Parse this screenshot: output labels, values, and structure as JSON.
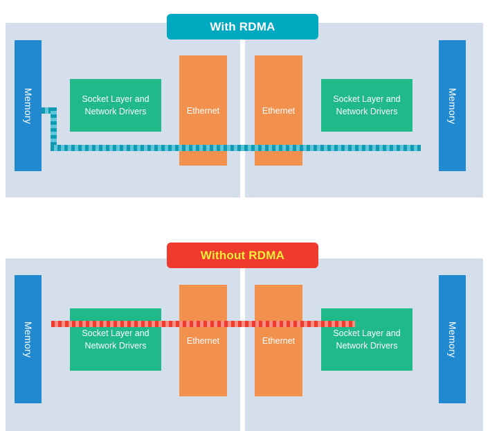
{
  "diagram": {
    "title": "RDMA vs non-RDMA data path comparison",
    "colors": {
      "panel_background": "#d4dfeb",
      "memory_block": "#2089d0",
      "socket_block": "#1fb98a",
      "ethernet_block": "#f2914e",
      "with_rdma_badge": "#00a8c0",
      "with_rdma_badge_text": "#ffffff",
      "without_rdma_badge": "#ef3b2d",
      "without_rdma_badge_text": "#ffef3a",
      "with_rdma_path": "#0f9ab4",
      "without_rdma_path": "#ef3b2d"
    }
  },
  "panels": [
    {
      "id": "with-rdma",
      "badge_label": "With RDMA",
      "blocks": {
        "memory_left": "Memory",
        "socket_left": "Socket Layer and Network Drivers",
        "ethernet_left": "Ethernet",
        "ethernet_right": "Ethernet",
        "socket_right": "Socket Layer and Network Drivers",
        "memory_right": "Memory"
      },
      "path_description": "Dashed teal path leaves Memory, drops below the Socket Layer and Network Drivers box, then runs straight through both Ethernet blocks, bypassing the socket layer."
    },
    {
      "id": "without-rdma",
      "badge_label": "Without RDMA",
      "blocks": {
        "memory_left": "Memory",
        "socket_left": "Socket Layer and Network Drivers",
        "ethernet_left": "Ethernet",
        "ethernet_right": "Ethernet",
        "socket_right": "Socket Layer and Network Drivers",
        "memory_right": "Memory"
      },
      "path_description": "Dashed red path leaves Memory and passes straight through the Socket Layer and Network Drivers box and both Ethernet blocks."
    }
  ]
}
